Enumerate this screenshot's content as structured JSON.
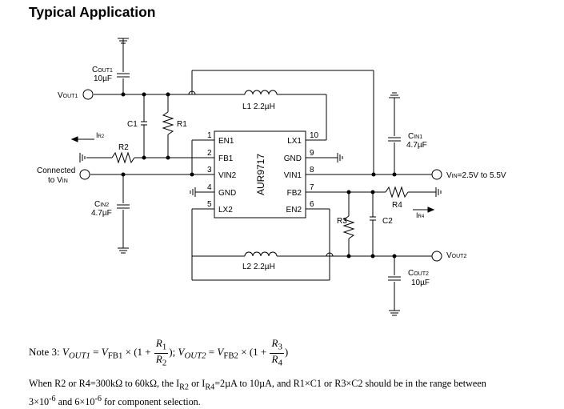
{
  "title": "Typical Application",
  "ic": {
    "name": "AUR9717",
    "left_pins": [
      {
        "num": "1",
        "name": "EN1"
      },
      {
        "num": "2",
        "name": "FB1"
      },
      {
        "num": "3",
        "name": "VIN2"
      },
      {
        "num": "4",
        "name": "GND"
      },
      {
        "num": "5",
        "name": "LX2"
      }
    ],
    "right_pins": [
      {
        "num": "10",
        "name": "LX1"
      },
      {
        "num": "9",
        "name": "GND"
      },
      {
        "num": "8",
        "name": "VIN1"
      },
      {
        "num": "7",
        "name": "FB2"
      },
      {
        "num": "6",
        "name": "EN2"
      }
    ]
  },
  "components": {
    "cout1": {
      "main": "C",
      "sub": "OUT1",
      "value": "10µF"
    },
    "cin1": {
      "main": "C",
      "sub": "IN1",
      "value": "4.7µF"
    },
    "cin2": {
      "main": "C",
      "sub": "IN2",
      "value": "4.7µF"
    },
    "cout2": {
      "main": "C",
      "sub": "OUT2",
      "value": "10µF"
    },
    "c1": "C1",
    "c2": "C2",
    "r1": "R1",
    "r2": "R2",
    "r3": "R3",
    "r4": "R4",
    "l1": "L1 2.2µH",
    "l2": "L2 2.2µH"
  },
  "nets": {
    "vout1": {
      "main": "V",
      "sub": "OUT1"
    },
    "vout2": {
      "main": "V",
      "sub": "OUT2"
    },
    "vin": {
      "main": "V",
      "sub": "IN",
      "tail": "=2.5V to 5.5V"
    },
    "ir2": {
      "main": "I",
      "sub": "R2"
    },
    "ir4": {
      "main": "I",
      "sub": "R4"
    },
    "connected_line1": "Connected",
    "connected_line2_main": "to V",
    "connected_line2_sub": "IN"
  },
  "note": {
    "prefix": "Note 3: ",
    "v": "V",
    "out1": "OUT1",
    "out2": "OUT2",
    "vfb": "V",
    "fb1": "FB1",
    "fb2": "FB2",
    "times": " × (1 + ",
    "r1": "R",
    "r1_sub": "1",
    "r2": "R",
    "r2_sub": "2",
    "r3": "R",
    "r3_sub": "3",
    "r4": "R",
    "r4_sub": "4",
    "close": ")",
    "sep": ";  ",
    "eq": " = "
  },
  "footnote": {
    "line1": "When R2 or R4=300kΩ to 60kΩ, the I",
    "line1_sub1": "R2",
    "line1_mid": " or I",
    "line1_sub2": "R4",
    "line1_tail": "=2µA to 10µA, and R1×C1 or R3×C2 should be in the range between",
    "line2_a": "3×10",
    "line2_exp1": "-6",
    "line2_b": " and 6×10",
    "line2_exp2": "-6",
    "line2_c": " for component selection."
  }
}
